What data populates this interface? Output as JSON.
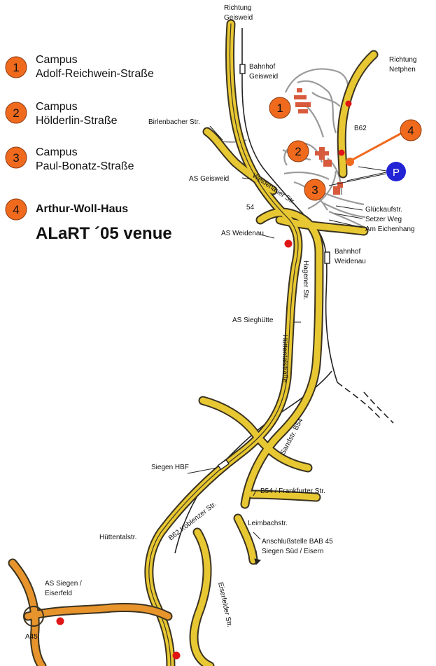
{
  "legend": [
    {
      "num": "1",
      "line1": "Campus",
      "line2": "Adolf-Reichwein-Straße"
    },
    {
      "num": "2",
      "line1": "Campus",
      "line2": "Hölderlin-Straße"
    },
    {
      "num": "3",
      "line1": "Campus",
      "line2": "Paul-Bonatz-Straße"
    },
    {
      "num": "4",
      "line1": "Arthur-Woll-Haus",
      "line2": "ALaRT ´05 venue"
    }
  ],
  "labels": {
    "richtung_geisweid_1": "Richtung",
    "richtung_geisweid_2": "Geisweid",
    "bahnhof_geisweid_1": "Bahnhof",
    "bahnhof_geisweid_2": "Geisweid",
    "richtung_netphen_1": "Richtung",
    "richtung_netphen_2": "Netphen",
    "birlenbacher": "Birlenbacher Str.",
    "b62_top": "B62",
    "as_geisweid": "AS Geisweid",
    "weidenauer": "Weidenauer Str.",
    "b54_num": "54",
    "glueckauf": "Glückaufstr.",
    "setzer": "Setzer Weg",
    "eichenhang": "Am Eichenhang",
    "as_weidenau": "AS Weidenau",
    "bahnhof_weidenau_1": "Bahnhof",
    "bahnhof_weidenau_2": "Weidenau",
    "hagener": "Hagener Str.",
    "as_sieghuette": "AS Sieghütte",
    "huettentalstrasse": "Hüttentalstraße",
    "sandstr": "Sandstr. B54",
    "siegen_hbf": "Siegen HBF",
    "b54_frankfurter": "B54 / Frankfurter Str.",
    "b62_koblenzer": "B62 Koblenzer Str.",
    "leimbach": "Leimbachstr.",
    "huettentalstr": "Hüttentalstr.",
    "anschluss_1": "Anschlußstelle BAB 45",
    "anschluss_2": "Siegen Süd / Eisern",
    "as_siegen_1": "AS Siegen /",
    "as_siegen_2": "Eiserfeld",
    "eiserfelder": "Eiserfelder Str.",
    "a45": "A45",
    "parking": "P"
  },
  "markers": {
    "1": "1",
    "2": "2",
    "3": "3",
    "4": "4"
  },
  "colors": {
    "road": "#e8c832",
    "road_edge": "#3b3320",
    "autobahn": "#e8942c",
    "marker": "#f06a1e",
    "parking": "#2323d6",
    "dot": "#e01616",
    "campus": "#d85a3c",
    "minor_road": "#9a9a9a"
  },
  "icons": {
    "parking": "parking-icon",
    "railway": "railway-line",
    "station": "station-icon"
  }
}
